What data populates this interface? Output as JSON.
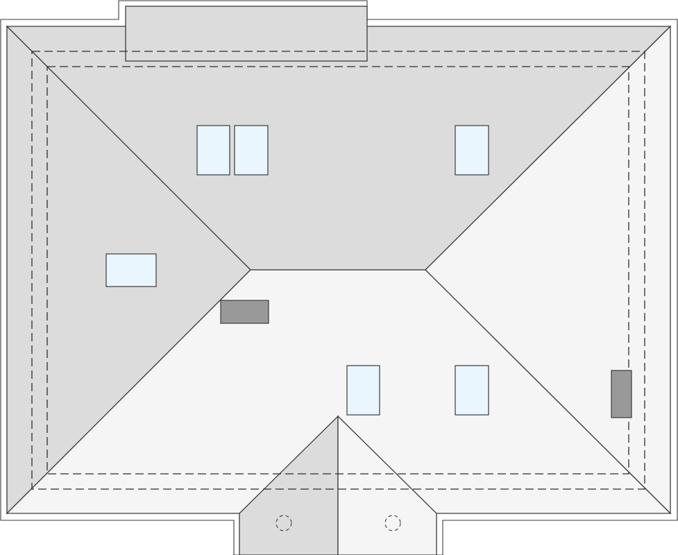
{
  "colors": {
    "roof_light": "#f5f5f5",
    "roof_shade": "#dcdcdc",
    "skylight": "#eaf6fd",
    "chimney": "#999999",
    "outline": "#3a3a3a",
    "background": "#ffffff"
  },
  "elements": {
    "skylights": 6,
    "chimneys": 2,
    "roof_drains": 2
  }
}
